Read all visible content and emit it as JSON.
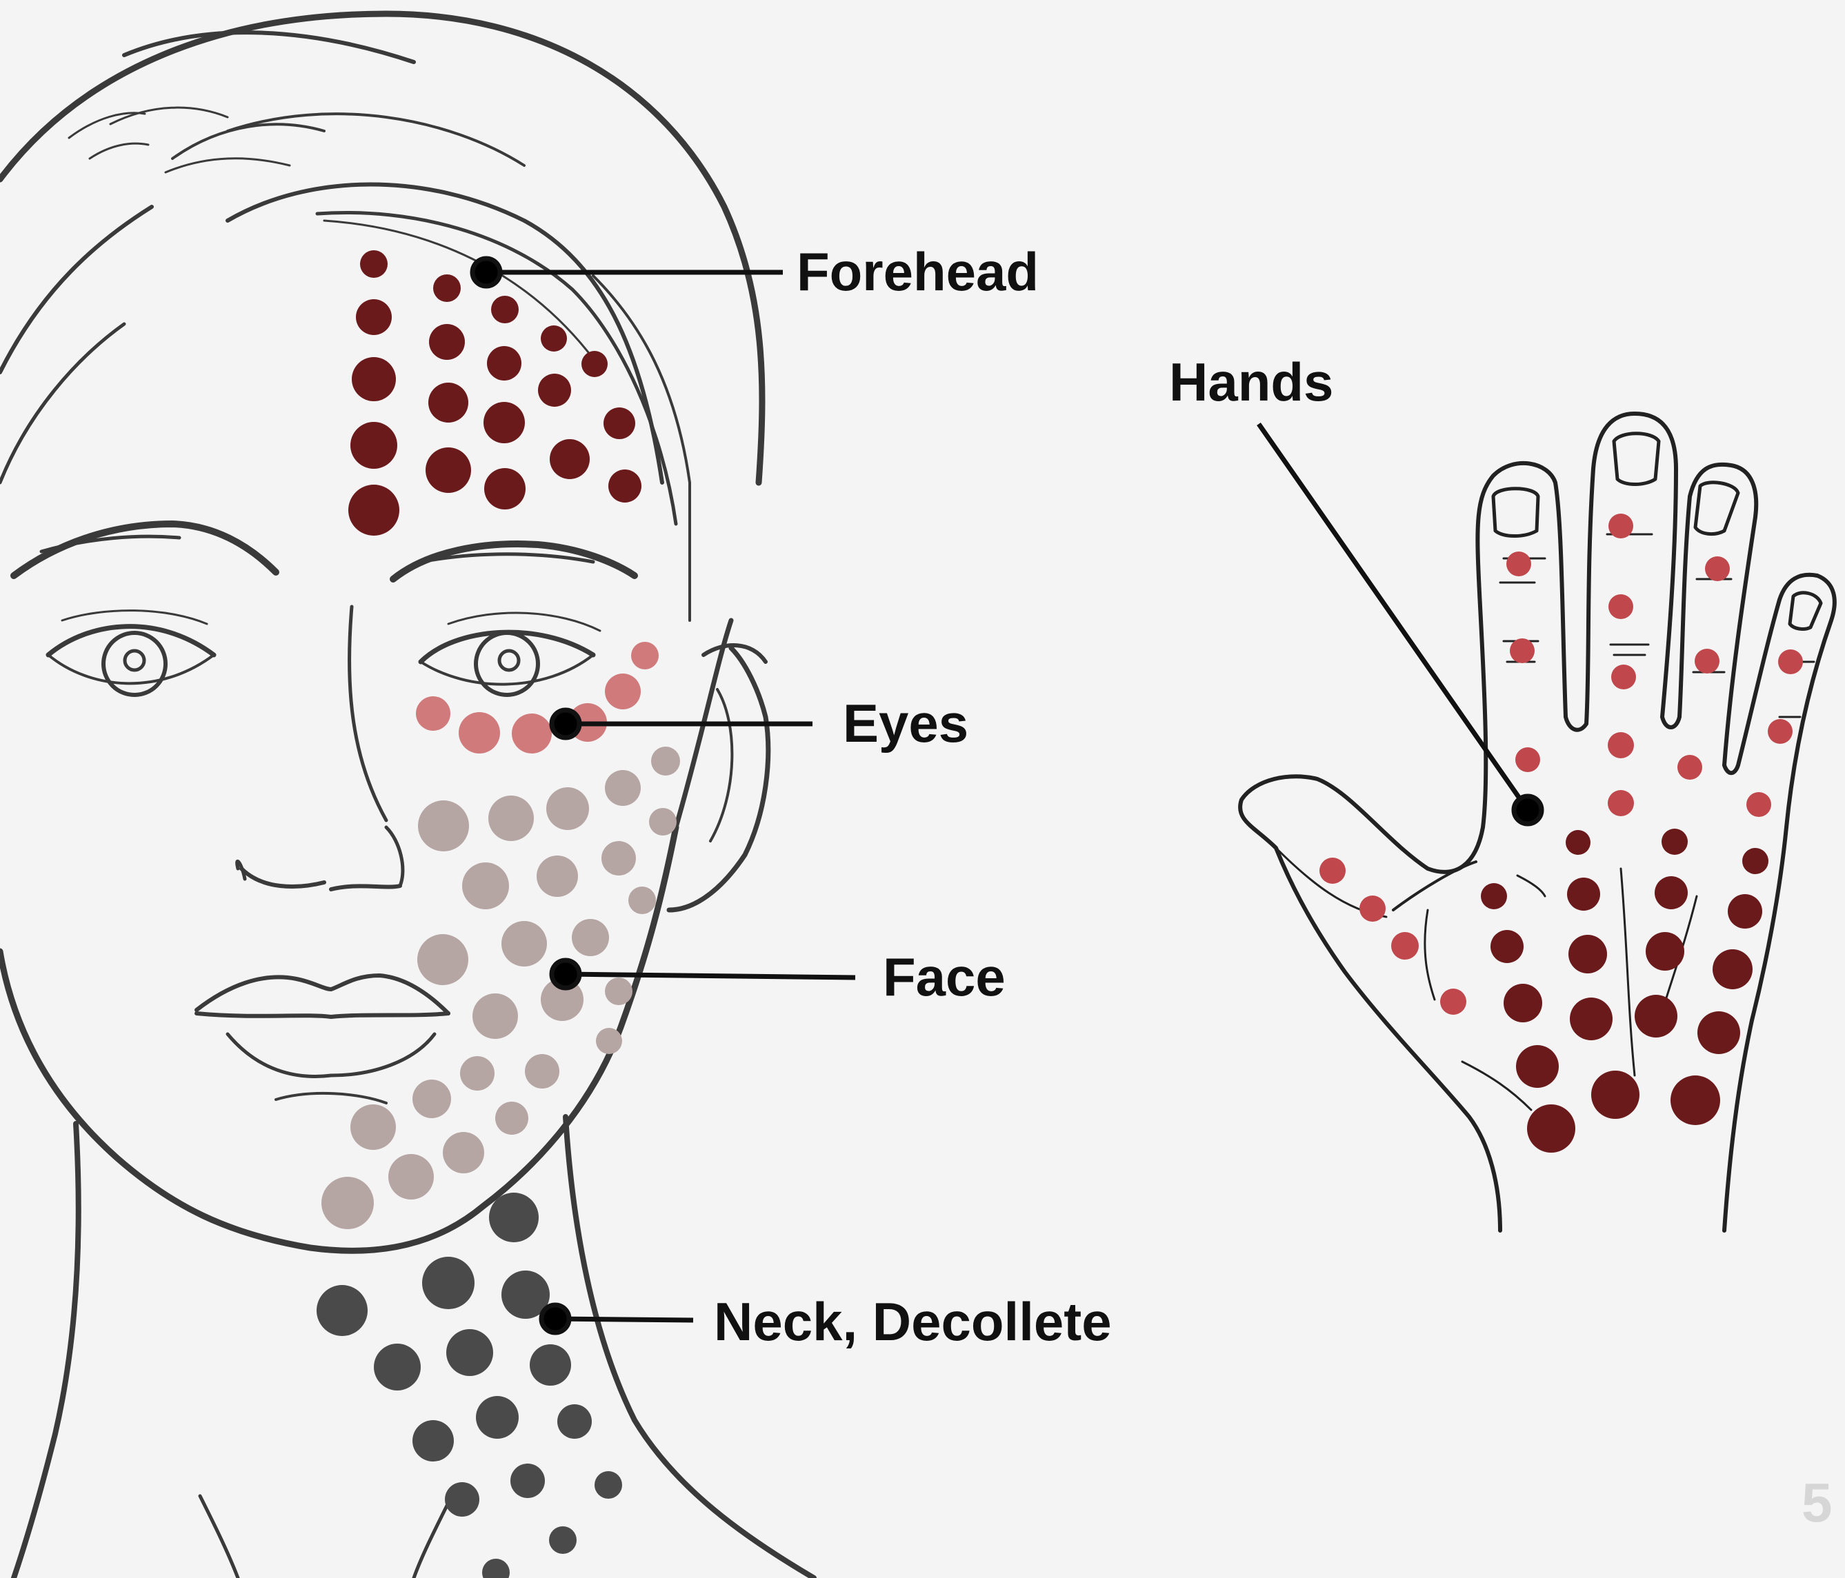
{
  "labels": {
    "forehead": "Forehead",
    "eyes": "Eyes",
    "face": "Face",
    "neck": "Neck, Decollete",
    "hands": "Hands"
  },
  "page_number": "5",
  "colors": {
    "background": "#f4f4f4",
    "outline": "#3a3a3a",
    "leader": "#111111",
    "forehead_dots": "#6b1a1c",
    "eyes_dots": "#d07a7c",
    "face_dots": "#b5a6a4",
    "neck_dots": "#4a4a4a",
    "hand_finger_dots": "#c0484c",
    "hand_palm_dots": "#6b1a1c"
  },
  "icons": [
    "face-outline",
    "hand-outline"
  ]
}
